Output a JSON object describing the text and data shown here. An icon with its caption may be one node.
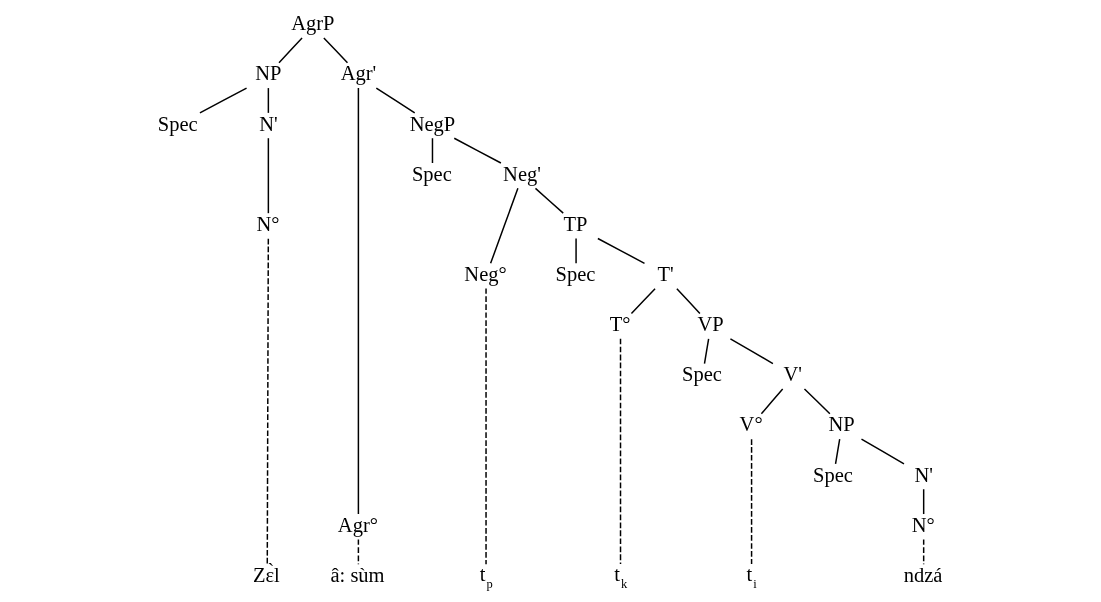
{
  "diagram": {
    "nodes": [
      {
        "text": [
          "AgrP"
        ]
      },
      {
        "text": [
          "Agr'"
        ]
      },
      {
        "text": [
          "NP"
        ]
      },
      {
        "text": [
          "Spec"
        ]
      },
      {
        "text": [
          "N'"
        ]
      },
      {
        "text": [
          "N°"
        ]
      },
      {
        "text": [
          "Zɛ̀l"
        ]
      },
      {
        "text": [
          "Agr°"
        ]
      },
      {
        "text": [
          "â: sùm"
        ]
      },
      {
        "text": [
          "NegP"
        ]
      },
      {
        "text": [
          "Spec"
        ]
      },
      {
        "text": [
          "Neg'"
        ]
      },
      {
        "text": [
          "Neg°"
        ]
      },
      {
        "text": [
          "t$_{p}$"
        ]
      },
      {
        "text": [
          "TP"
        ]
      },
      {
        "text": [
          "Spec"
        ]
      },
      {
        "text": [
          "T'"
        ]
      },
      {
        "text": [
          "T°"
        ]
      },
      {
        "text": [
          "t$_{k}$"
        ]
      },
      {
        "text": [
          "VP"
        ]
      },
      {
        "text": [
          "Spec"
        ]
      },
      {
        "text": [
          "V'"
        ]
      },
      {
        "text": [
          "V°"
        ]
      },
      {
        "text": [
          "t$_{i}$"
        ]
      },
      {
        "text": [
          "NP"
        ]
      },
      {
        "text": [
          "Spec"
        ]
      },
      {
        "text": [
          "N'"
        ]
      },
      {
        "text": [
          "N°"
        ]
      },
      {
        "text": [
          "ndzá"
        ]
      }
    ],
    "edges": [
      {
        "from": 0,
        "to": 2,
        "arrow": "none"
      },
      {
        "from": 0,
        "to": 1,
        "arrow": "none"
      },
      {
        "from": 2,
        "to": 3,
        "arrow": "none"
      },
      {
        "from": 2,
        "to": 4,
        "arrow": "none"
      },
      {
        "from": 4,
        "to": 5,
        "arrow": "none"
      },
      {
        "from": 5,
        "to": 6,
        "arrow": "none",
        "style": "dashed"
      },
      {
        "from": 1,
        "to": 7,
        "arrow": "none"
      },
      {
        "from": 1,
        "to": 9,
        "arrow": "none"
      },
      {
        "from": 7,
        "to": 8,
        "arrow": "none",
        "style": "dashed"
      },
      {
        "from": 9,
        "to": 10,
        "arrow": "none"
      },
      {
        "from": 9,
        "to": 11,
        "arrow": "none"
      },
      {
        "from": 11,
        "to": 12,
        "arrow": "none"
      },
      {
        "from": 11,
        "to": 14,
        "arrow": "none"
      },
      {
        "from": 12,
        "to": 13,
        "arrow": "none",
        "style": "dashed"
      },
      {
        "from": 14,
        "to": 15,
        "arrow": "none"
      },
      {
        "from": 14,
        "to": 16,
        "arrow": "none"
      },
      {
        "from": 16,
        "to": 17,
        "arrow": "none"
      },
      {
        "from": 16,
        "to": 19,
        "arrow": "none"
      },
      {
        "from": 17,
        "to": 18,
        "arrow": "none",
        "style": "dashed"
      },
      {
        "from": 19,
        "to": 20,
        "arrow": "none"
      },
      {
        "from": 19,
        "to": 21,
        "arrow": "none"
      },
      {
        "from": 21,
        "to": 22,
        "arrow": "none"
      },
      {
        "from": 21,
        "to": 24,
        "arrow": "none"
      },
      {
        "from": 22,
        "to": 23,
        "arrow": "none",
        "style": "dashed"
      },
      {
        "from": 24,
        "to": 25,
        "arrow": "none"
      },
      {
        "from": 24,
        "to": 26,
        "arrow": "none"
      },
      {
        "from": 26,
        "to": 27,
        "arrow": "none"
      },
      {
        "from": 27,
        "to": 28,
        "arrow": "none",
        "style": "dashed"
      }
    ]
  }
}
